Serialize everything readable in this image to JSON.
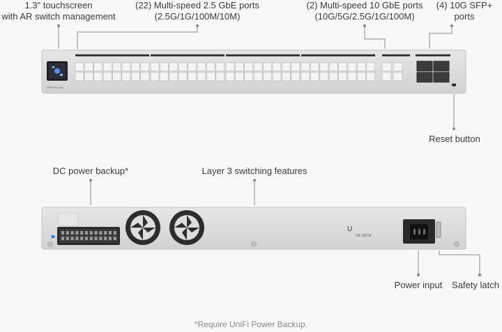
{
  "front_labels": {
    "touchscreen": [
      "1.3\" touchscreen",
      "with AR switch management"
    ],
    "ports_25g": [
      "(22) Multi-speed 2.5 GbE ports",
      "(2.5G/1G/100M/10M)"
    ],
    "ports_10g": [
      "(2) Multi-speed 10 GbE ports",
      "(10G/5G/2.5G/1G/100M)"
    ],
    "sfp": [
      "(4) 10G SFP+",
      "ports"
    ],
    "reset": "Reset button"
  },
  "rear_labels": {
    "dc_backup": "DC power backup*",
    "layer3": "Layer 3 switching features",
    "power_input": "Power input",
    "safety_latch": "Safety latch"
  },
  "device_text": {
    "model": "USW Pro HD",
    "ce_mark": "CE UKCA"
  },
  "footnote": "*Require UniFi Power Backup.",
  "colors": {
    "chassis": "#dcdcdc",
    "chassis_edge": "#c4c4c4",
    "port": "#f4f4f4",
    "leader": "#8a8a8a",
    "accent_blue": "#2f6fe0"
  }
}
